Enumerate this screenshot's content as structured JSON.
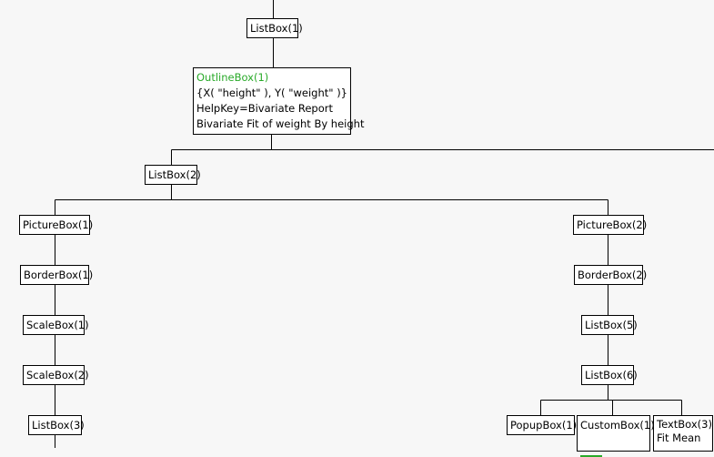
{
  "colors": {
    "background": "#f7f7f7",
    "node_bg": "#ffffff",
    "line": "#000000",
    "outline_title": "#2aaa2a"
  },
  "nodes": {
    "listbox1": "ListBox(1)",
    "outlinebox1": {
      "title": "OutlineBox(1)",
      "line1": "{X( \"height\" ), Y( \"weight\" )}",
      "line2": "HelpKey=Bivariate Report",
      "line3": "Bivariate Fit of weight By height"
    },
    "listbox2": "ListBox(2)",
    "picturebox1": "PictureBox(1)",
    "borderbox1": "BorderBox(1)",
    "scalebox1": "ScaleBox(1)",
    "scalebox2": "ScaleBox(2)",
    "listbox3": "ListBox(3)",
    "picturebox2": "PictureBox(2)",
    "borderbox2": "BorderBox(2)",
    "listbox5": "ListBox(5)",
    "listbox6": "ListBox(6)",
    "popupbox1": "PopupBox(1)",
    "custombox1": "CustomBox(1)",
    "textbox3": {
      "title": "TextBox(3)",
      "value": "Fit Mean"
    }
  }
}
